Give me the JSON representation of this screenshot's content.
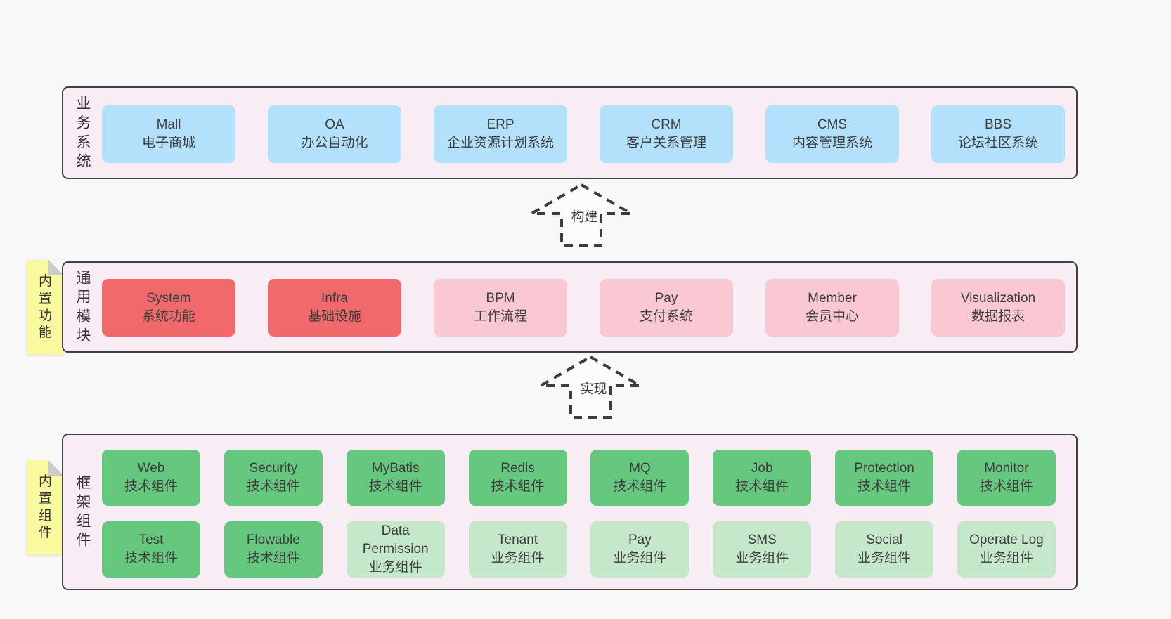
{
  "colors": {
    "page_bg": "#f8f8f8",
    "panel_bg": "#f8ecf5",
    "panel_border": "#414141",
    "business_node": "#b3e0fa",
    "core_module_node": "#f2696c",
    "module_node": "#f9c8d2",
    "tech_component_node": "#66c77e",
    "biz_component_node": "#c5e8ca",
    "sticky_note": "#f9f9a0",
    "sticky_fold": "#cbcbcb",
    "text": "#3e3e3e"
  },
  "layers": {
    "business": {
      "label": "业务系统",
      "items": [
        {
          "name": "Mall",
          "desc": "电子商城"
        },
        {
          "name": "OA",
          "desc": "办公自动化"
        },
        {
          "name": "ERP",
          "desc": "企业资源计划系统"
        },
        {
          "name": "CRM",
          "desc": "客户关系管理"
        },
        {
          "name": "CMS",
          "desc": "内容管理系统"
        },
        {
          "name": "BBS",
          "desc": "论坛社区系统"
        }
      ]
    },
    "modules": {
      "label": "通用模块",
      "sticky": "内置功能",
      "items": [
        {
          "name": "System",
          "desc": "系统功能"
        },
        {
          "name": "Infra",
          "desc": "基础设施"
        },
        {
          "name": "BPM",
          "desc": "工作流程"
        },
        {
          "name": "Pay",
          "desc": "支付系统"
        },
        {
          "name": "Member",
          "desc": "会员中心"
        },
        {
          "name": "Visualization",
          "desc": "数据报表"
        }
      ]
    },
    "framework": {
      "label": "框架组件",
      "sticky": "内置组件",
      "row1": [
        {
          "name": "Web",
          "desc": "技术组件"
        },
        {
          "name": "Security",
          "desc": "技术组件"
        },
        {
          "name": "MyBatis",
          "desc": "技术组件"
        },
        {
          "name": "Redis",
          "desc": "技术组件"
        },
        {
          "name": "MQ",
          "desc": "技术组件"
        },
        {
          "name": "Job",
          "desc": "技术组件"
        },
        {
          "name": "Protection",
          "desc": "技术组件"
        },
        {
          "name": "Monitor",
          "desc": "技术组件"
        }
      ],
      "row2": [
        {
          "name": "Test",
          "desc": "技术组件"
        },
        {
          "name": "Flowable",
          "desc": "技术组件"
        },
        {
          "name": "Data Permission",
          "desc": "业务组件"
        },
        {
          "name": "Tenant",
          "desc": "业务组件"
        },
        {
          "name": "Pay",
          "desc": "业务组件"
        },
        {
          "name": "SMS",
          "desc": "业务组件"
        },
        {
          "name": "Social",
          "desc": "业务组件"
        },
        {
          "name": "Operate Log",
          "desc": "业务组件"
        }
      ]
    }
  },
  "arrows": {
    "build": "构建",
    "implement": "实现"
  }
}
